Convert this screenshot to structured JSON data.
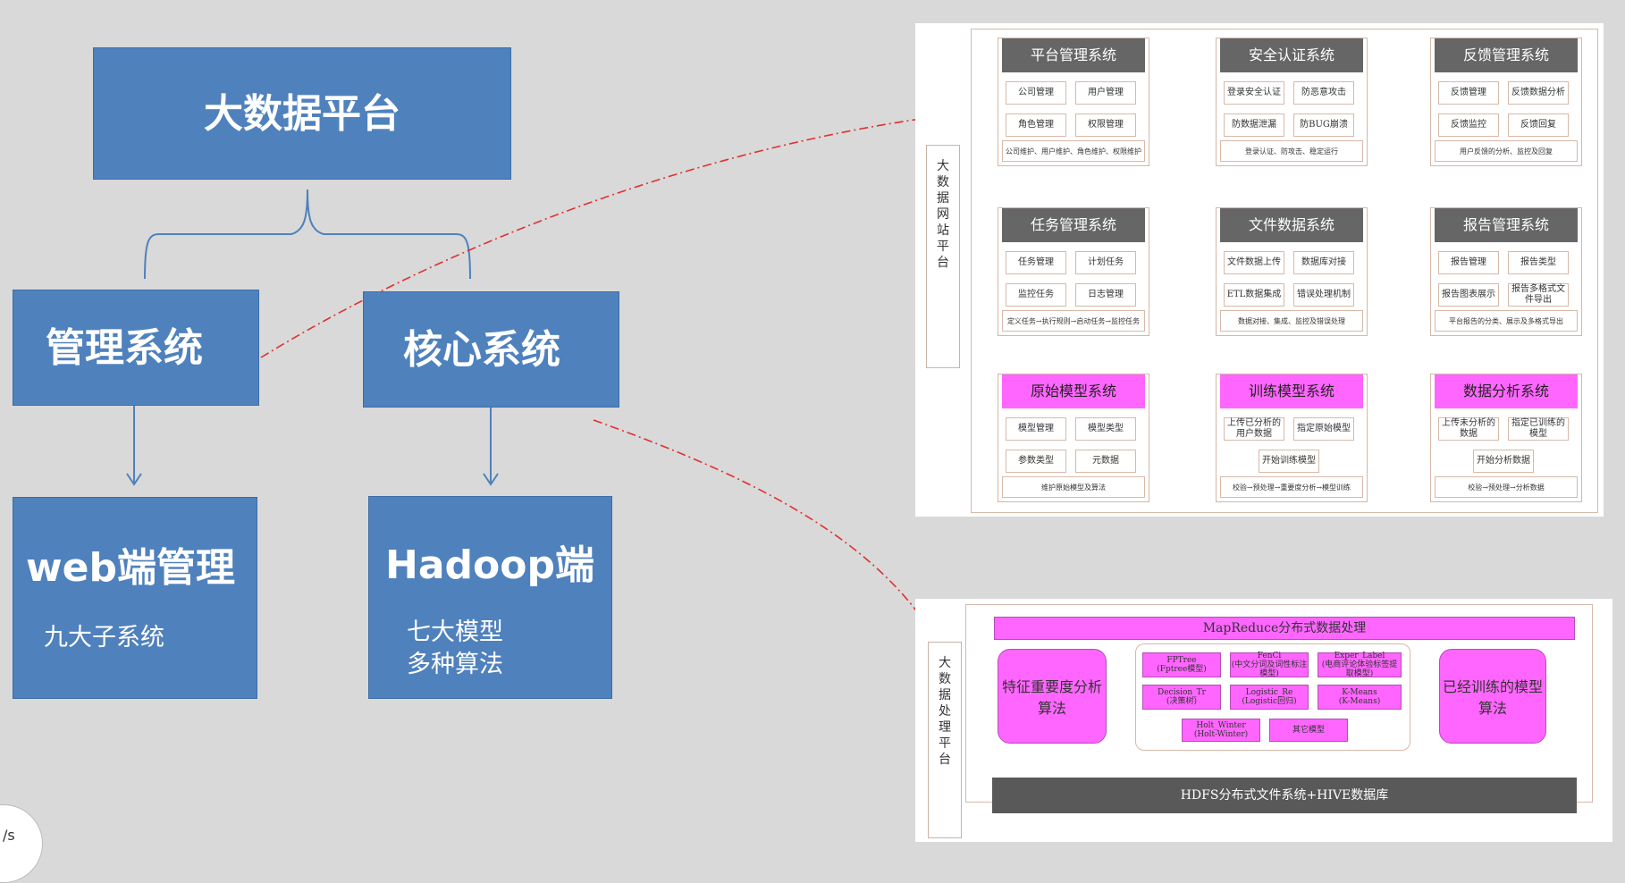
{
  "left_diagram": {
    "root": "大数据平台",
    "management": "管理系统",
    "core": "核心系统",
    "web": {
      "title": "web端管理",
      "sub": "九大子系统"
    },
    "hadoop": {
      "title": "Hadoop端",
      "sub1": "七大模型",
      "sub2": "多种算法"
    }
  },
  "website_platform": {
    "label": "大数据网站平台",
    "systems": [
      {
        "title": "平台管理系统",
        "items": [
          "公司管理",
          "用户管理",
          "角色管理",
          "权限管理"
        ],
        "footer": "公司维护、用户维护、角色维护、权限维护"
      },
      {
        "title": "安全认证系统",
        "items": [
          "登录安全认证",
          "防恶意攻击",
          "防数据泄漏",
          "防BUG崩溃"
        ],
        "footer": "登录认证、防攻击、稳定运行"
      },
      {
        "title": "反馈管理系统",
        "items": [
          "反馈管理",
          "反馈数据分析",
          "反馈监控",
          "反馈回复"
        ],
        "footer": "用户反馈的分析、监控及回复"
      },
      {
        "title": "任务管理系统",
        "items": [
          "任务管理",
          "计划任务",
          "监控任务",
          "日志管理"
        ],
        "footer": "定义任务→执行规则→启动任务→监控任务"
      },
      {
        "title": "文件数据系统",
        "items": [
          "文件数据上传",
          "数据库对接",
          "ETL数据集成",
          "错误处理机制"
        ],
        "footer": "数据对接、集成、监控及错误处理"
      },
      {
        "title": "报告管理系统",
        "items": [
          "报告管理",
          "报告类型",
          "报告图表展示",
          "报告多格式文件导出"
        ],
        "footer": "平台报告的分类、展示及多格式导出"
      },
      {
        "title": "原始模型系统",
        "items": [
          "模型管理",
          "模型类型",
          "参数类型",
          "元数据"
        ],
        "footer": "维护原始模型及算法"
      },
      {
        "title": "训练模型系统",
        "items": [
          "上传已分析的用户数据",
          "指定原始模型",
          "开始训练模型"
        ],
        "footer": "校验→预处理→重要度分析→模型训练"
      },
      {
        "title": "数据分析系统",
        "items": [
          "上传未分析的数据",
          "指定已训练的模型",
          "开始分析数据"
        ],
        "footer": "校验→预处理→分析数据"
      }
    ]
  },
  "processing_platform": {
    "label": "大数据处理平台",
    "mapreduce": "MapReduce分布式数据处理",
    "left_alg": "特征重要度分析算法",
    "right_alg": "已经训练的模型算法",
    "models": [
      [
        "FPTree",
        "(Fptree模型)"
      ],
      [
        "FenCi",
        "(中文分词及词性标注模型)"
      ],
      [
        "Exper_Label",
        "(电商评论体验标签提取模型)"
      ],
      [
        "Decision_Tr",
        "(决策树)"
      ],
      [
        "Logistic_Re",
        "(Logistic回归)"
      ],
      [
        "K-Means",
        "(K-Means)"
      ],
      [
        "Holt_Winter",
        "(Holt-Winter)"
      ],
      [
        "其它模型",
        ""
      ]
    ],
    "hdfs": "HDFS分布式文件系统+HIVE数据库"
  },
  "corner_text": "/s",
  "colors": {
    "box_blue": "#4f81bd",
    "pink": "#ff66ff",
    "gray_header": "#666666",
    "link_red": "#e03030"
  }
}
